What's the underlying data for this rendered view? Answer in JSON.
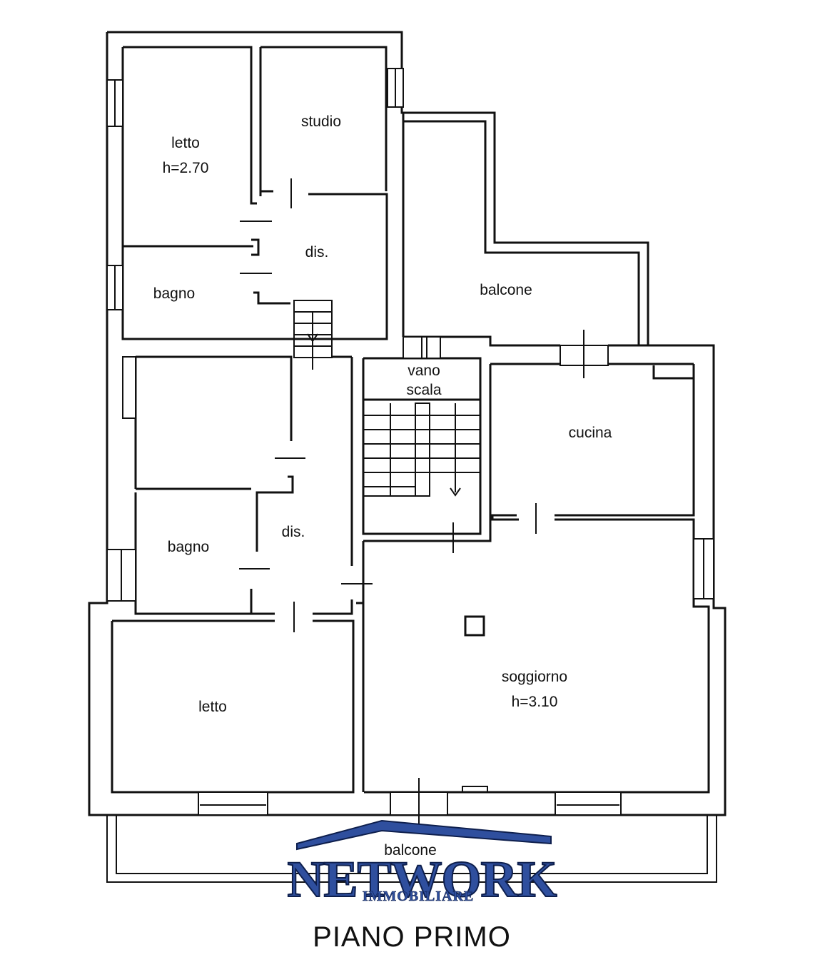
{
  "plan": {
    "title": "PIANO PRIMO",
    "rooms": {
      "letto_top": {
        "name": "letto",
        "height": "h=2.70"
      },
      "studio": {
        "name": "studio"
      },
      "dis_top": {
        "name": "dis."
      },
      "bagno_top": {
        "name": "bagno"
      },
      "balcone_top": {
        "name": "balcone"
      },
      "vano_scala": {
        "name_1": "vano",
        "name_2": "scala"
      },
      "cucina": {
        "name": "cucina"
      },
      "bagno_bottom": {
        "name": "bagno"
      },
      "dis_bottom": {
        "name": "dis."
      },
      "letto_bottom": {
        "name": "letto"
      },
      "soggiorno": {
        "name": "soggiorno",
        "height": "h=3.10"
      },
      "balcone_bottom": {
        "name": "balcone"
      }
    }
  },
  "logo": {
    "main": "NETWORK",
    "sub": "IMMOBILIARE",
    "color": "#2f4f9e"
  }
}
